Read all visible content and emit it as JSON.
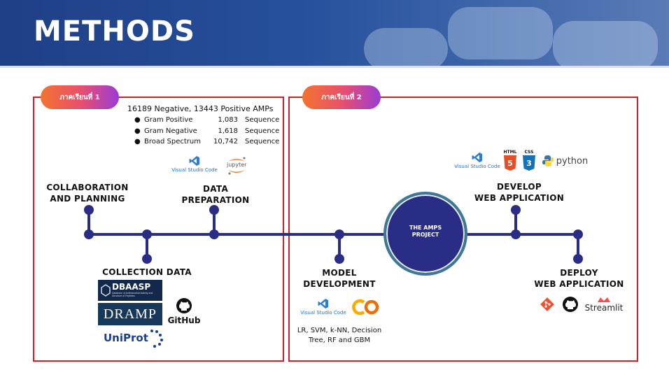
{
  "header": {
    "title": "METHODS"
  },
  "semesters": {
    "one": "ภาคเรียนที่ 1",
    "two": "ภาคเรียนที่ 2"
  },
  "data_stats": {
    "title": "16189 Negative, 13443 Positive AMPs",
    "rows": [
      {
        "name": "Gram Positive",
        "count": "1,083",
        "unit": "Sequence"
      },
      {
        "name": "Gram Negative",
        "count": "1,618",
        "unit": "Sequence"
      },
      {
        "name": "Broad Spectrum",
        "count": "10,742",
        "unit": "Sequence"
      }
    ]
  },
  "stages": {
    "collaboration": [
      "COLLABORATION",
      "AND PLANNING"
    ],
    "collection": "COLLECTION DATA",
    "preparation": [
      "DATA",
      "PREPARATION"
    ],
    "model": [
      "MODEL",
      "DEVELOPMENT"
    ],
    "develop": [
      "DEVELOP",
      "WEB APPLICATION"
    ],
    "deploy": [
      "DEPLOY",
      "WEB APPLICATION"
    ]
  },
  "project": [
    "THE AMPS",
    "PROJECT"
  ],
  "model_algorithms": [
    "LR, SVM, k-NN, Decision",
    "Tree, RF and GBM"
  ],
  "logos": {
    "vscode": "Visual Studio Code",
    "jupyter": "jupyter",
    "dbaasp": "DBAASP",
    "dbaasp_sub": "Database of Antimicrobial Activity and Structure of Peptides",
    "dramp": "DRAMP",
    "github": "GitHub",
    "uniprot": "UniProt",
    "html": "HTML",
    "css": "CSS",
    "python": "python",
    "streamlit": "Streamlit"
  },
  "colors": {
    "frame": "#d0202b",
    "timeline": "#2a2d86",
    "header": "#1f3f86",
    "badge_start": "#f2742f",
    "badge_end": "#9b3bd6"
  }
}
